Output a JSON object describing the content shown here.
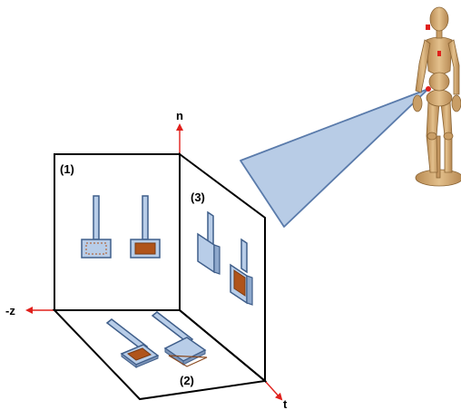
{
  "axes": {
    "normal": "n",
    "negative_z": "-z",
    "tangent": "t"
  },
  "planes": {
    "back_wall": "(1)",
    "side_wall": "(3)",
    "floor": "(2)"
  },
  "colors": {
    "wire": "#000000",
    "axis_arrow": "#e0201c",
    "part_fill_light": "#b8cde8",
    "part_stroke": "#3f5e8a",
    "sample_fill": "#b0541b",
    "view_cone_fill": "#b8cce6",
    "view_cone_stroke": "#5a7bab",
    "mannequin_wood": "#d9b27a"
  },
  "icons": {
    "observer": "wooden-mannequin-figure",
    "view": "viewing-cone"
  }
}
